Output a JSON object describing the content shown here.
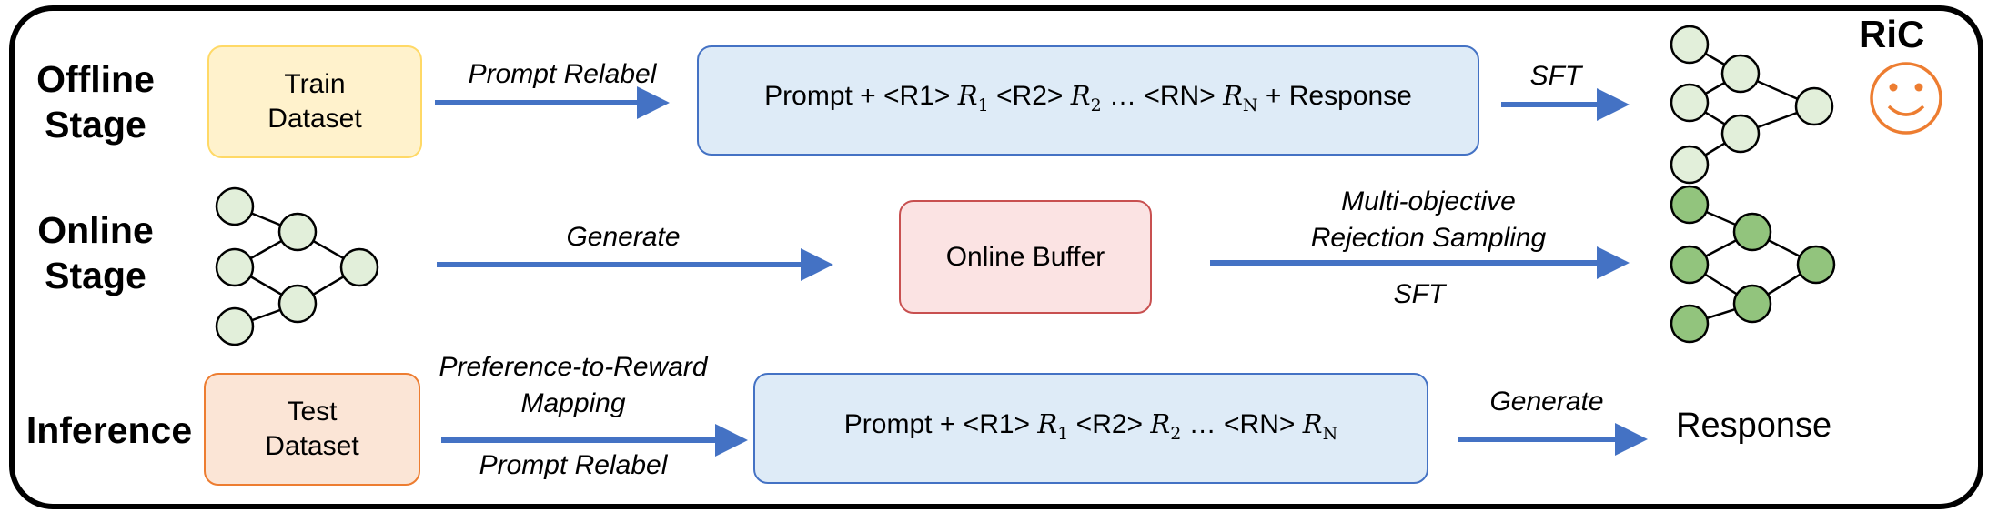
{
  "title": "RiC",
  "stages": {
    "offline": "Offline\nStage",
    "online": "Online\nStage",
    "inference": "Inference"
  },
  "offline": {
    "train_dataset": "Train\nDataset",
    "arrow1_label": "Prompt Relabel",
    "prompt_prefix": "Prompt + <R1> ",
    "r_symbol": "R",
    "sub1": "1",
    "sub2": "2",
    "subN": "N",
    "r2_tag": " <R2> ",
    "ellipsis": " … <RN> ",
    "response_suffix": " + Response",
    "arrow2_label": "SFT"
  },
  "online": {
    "arrow1_label": "Generate",
    "buffer": "Online Buffer",
    "arrow2_label_top": "Multi-objective\nRejection Sampling",
    "arrow2_label_bottom": "SFT"
  },
  "inference": {
    "test_dataset": "Test\nDataset",
    "arrow1_label_top": "Preference-to-Reward\nMapping",
    "arrow1_label_bottom": "Prompt Relabel",
    "arrow2_label": "Generate",
    "response": "Response"
  },
  "colors": {
    "arrow": "#4472C4",
    "node_light": "#E2EFDA",
    "node_dark": "#92C47D",
    "smiley": "#ED7D31"
  },
  "icons": [
    "network-icon",
    "smiley-icon"
  ]
}
